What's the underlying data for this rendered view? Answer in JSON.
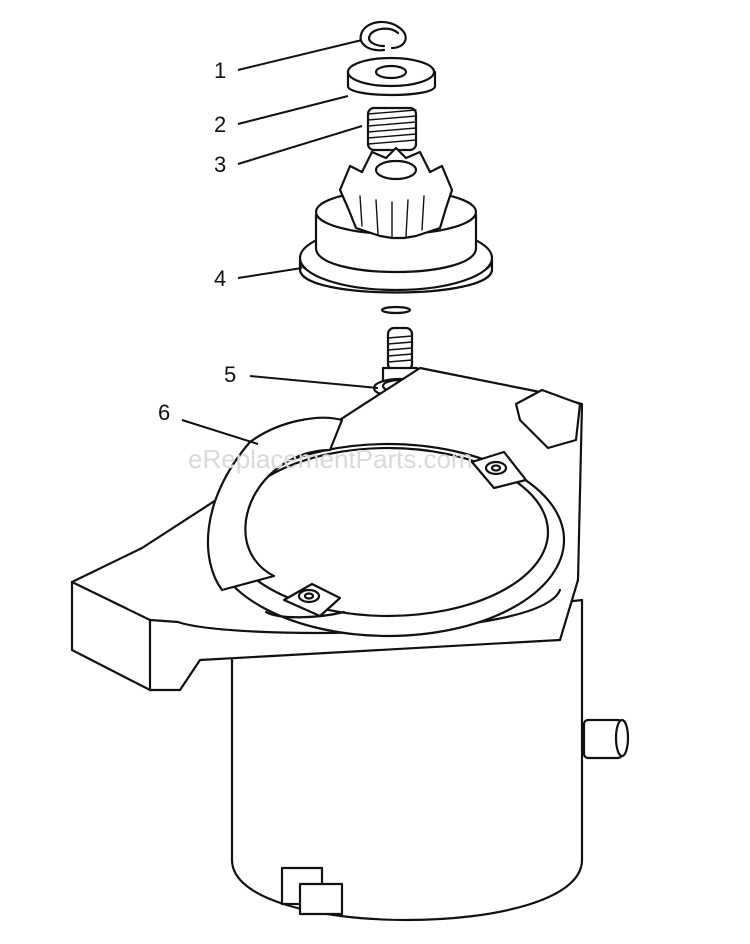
{
  "diagram": {
    "watermark": "eReplacementParts.com",
    "callouts": [
      {
        "id": "1",
        "label": "1"
      },
      {
        "id": "2",
        "label": "2"
      },
      {
        "id": "3",
        "label": "3"
      },
      {
        "id": "4",
        "label": "4"
      },
      {
        "id": "5",
        "label": "5"
      },
      {
        "id": "6",
        "label": "6"
      }
    ]
  }
}
